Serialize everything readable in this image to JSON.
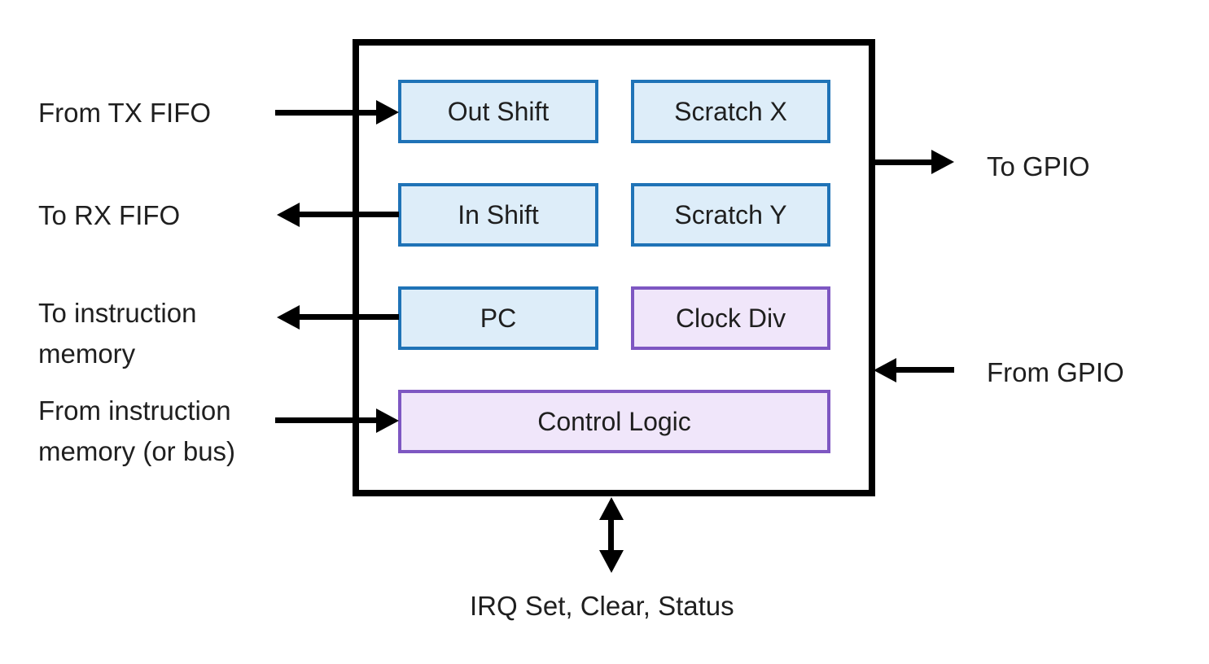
{
  "diagram": {
    "blocks": [
      {
        "id": "out-shift",
        "label": "Out Shift",
        "color": "blue"
      },
      {
        "id": "scratch-x",
        "label": "Scratch X",
        "color": "blue"
      },
      {
        "id": "in-shift",
        "label": "In Shift",
        "color": "blue"
      },
      {
        "id": "scratch-y",
        "label": "Scratch Y",
        "color": "blue"
      },
      {
        "id": "pc",
        "label": "PC",
        "color": "blue"
      },
      {
        "id": "clock-div",
        "label": "Clock Div",
        "color": "purple"
      },
      {
        "id": "control-logic",
        "label": "Control Logic",
        "color": "purple"
      }
    ],
    "labels": {
      "from_tx_fifo": "From TX FIFO",
      "to_rx_fifo": "To RX FIFO",
      "to_instruction_memory": "To instruction memory",
      "from_instruction_memory": "From instruction memory (or bus)",
      "to_gpio": "To GPIO",
      "from_gpio": "From GPIO",
      "irq": "IRQ Set, Clear, Status"
    },
    "arrows": [
      {
        "id": "from-tx-fifo",
        "direction": "into-box",
        "target": "Out Shift"
      },
      {
        "id": "to-rx-fifo",
        "direction": "out-of-box",
        "source": "In Shift"
      },
      {
        "id": "to-instruction-memory",
        "direction": "out-of-box",
        "source": "PC"
      },
      {
        "id": "from-instruction-memory",
        "direction": "into-box",
        "target": "Control Logic"
      },
      {
        "id": "to-gpio",
        "direction": "out-of-box",
        "source": "state-machine"
      },
      {
        "id": "from-gpio",
        "direction": "into-box",
        "target": "state-machine"
      },
      {
        "id": "irq",
        "direction": "bidirectional",
        "target": "state-machine"
      }
    ],
    "colors": {
      "register_fill": "#ddedf9",
      "register_border": "#1f73b7",
      "logic_fill": "#f0e6fa",
      "logic_border": "#7e57c2",
      "outline": "#000000",
      "arrow": "#000000",
      "text": "#1f1f1f",
      "background": "#ffffff"
    }
  }
}
